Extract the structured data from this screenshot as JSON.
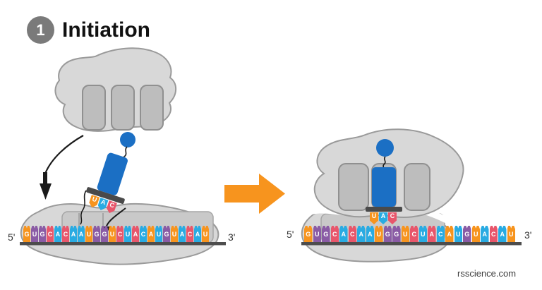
{
  "header": {
    "step_number": "1",
    "step_title": "Initiation"
  },
  "mrna": {
    "five_prime": "5'",
    "three_prime": "3'",
    "sequence": [
      "G",
      "U",
      "G",
      "C",
      "A",
      "C",
      "A",
      "A",
      "U",
      "G",
      "G",
      "U",
      "C",
      "U",
      "A",
      "C",
      "A",
      "U",
      "G",
      "U",
      "A",
      "C",
      "A",
      "U"
    ],
    "colors": [
      "orange",
      "purple",
      "purple",
      "pink",
      "blue",
      "pink",
      "blue",
      "blue",
      "orange",
      "purple",
      "purple",
      "orange",
      "pink",
      "blue",
      "pink",
      "blue",
      "orange",
      "blue",
      "purple",
      "orange",
      "blue",
      "pink",
      "blue",
      "orange"
    ]
  },
  "trna": {
    "anticodon": [
      "U",
      "A",
      "C"
    ],
    "anticodon_colors": [
      "orange",
      "blue",
      "pink"
    ]
  },
  "watermark": "rsscience.com",
  "palette": {
    "orange": "#F7941E",
    "purple": "#8A5BA5",
    "pink": "#E8566B",
    "blue": "#29ABE2",
    "trna_blue": "#1B6FC4",
    "arrow_orange": "#F7941E",
    "ribosome_fill": "#D8D8D8",
    "ribosome_stroke": "#9A9A9A",
    "slot_fill": "#BDBDBD",
    "slot_stroke": "#909090",
    "platform_fill": "#C9C9C9",
    "platform_stroke": "#A5A5A5",
    "mrna_line": "#4D4D4D",
    "bar_dark": "#4A4A4A",
    "step_circle": "#7A7A7A",
    "arrow_black": "#1A1A1A"
  }
}
